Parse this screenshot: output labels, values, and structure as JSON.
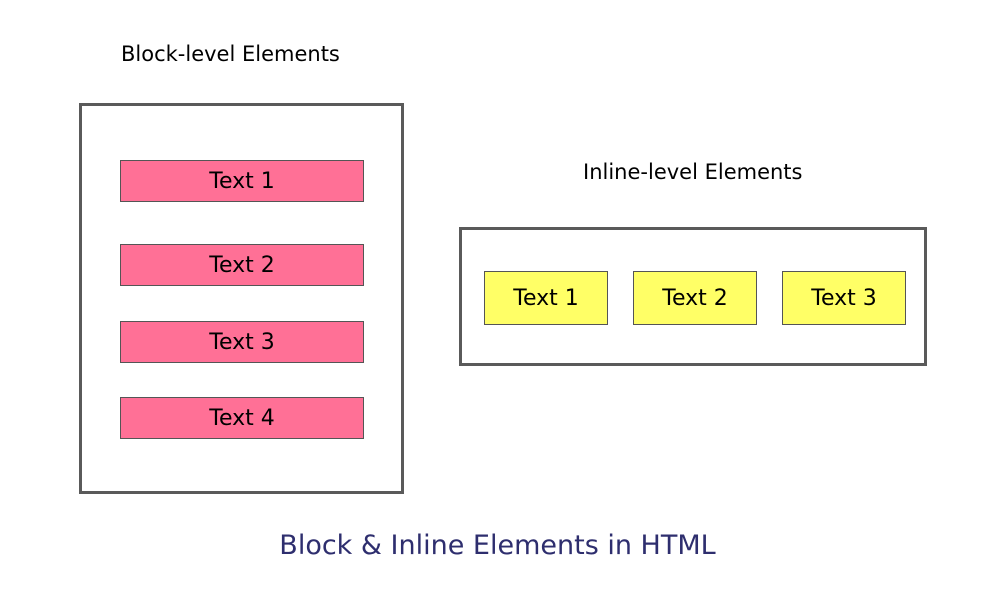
{
  "block_section": {
    "heading": "Block-level Elements",
    "items": [
      "Text 1",
      "Text 2",
      "Text 3",
      "Text 4"
    ],
    "item_color": "#ff7096"
  },
  "inline_section": {
    "heading": "Inline-level Elements",
    "items": [
      "Text 1",
      "Text 2",
      "Text 3"
    ],
    "item_color": "#ffff66"
  },
  "caption": "Block & Inline Elements in HTML",
  "colors": {
    "frame_border": "#5a5a5a",
    "caption": "#2e2e6e",
    "background": "#ffffff"
  }
}
